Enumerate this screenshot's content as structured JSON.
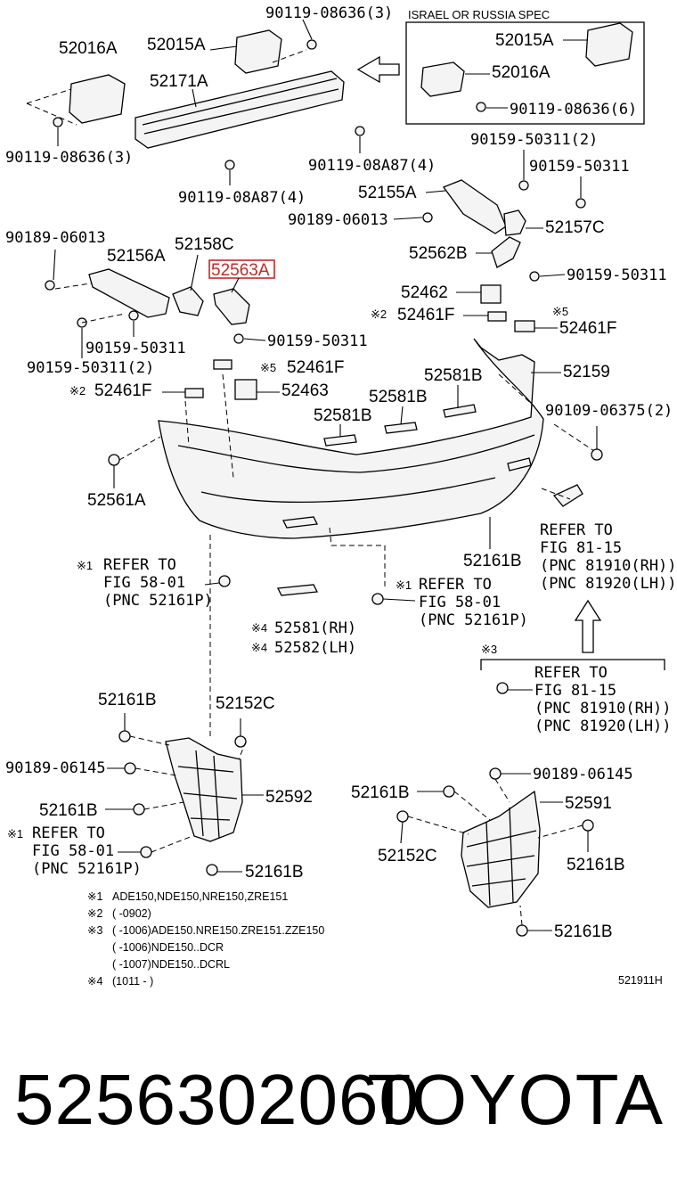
{
  "diagram": {
    "inset_title": "ISRAEL OR RUSSIA SPEC",
    "figure_code": "521911H",
    "highlight_color": "#c62828",
    "labels": {
      "p52016A": "52016A",
      "p52015A": "52015A",
      "p90119_08636_3_top": "90119-08636(3)",
      "p52171A": "52171A",
      "p90119_08636_3_left": "90119-08636(3)",
      "p90119_08A87_4_a": "90119-08A87(4)",
      "p90119_08A87_4_b": "90119-08A87(4)",
      "inset_52015A": "52015A",
      "inset_52016A": "52016A",
      "inset_90119_08636_6": "90119-08636(6)",
      "p90159_50311_2_top": "90159-50311(2)",
      "p90159_50311_r1": "90159-50311",
      "p52155A": "52155A",
      "p90189_06013_r": "90189-06013",
      "p52157C": "52157C",
      "p52562B": "52562B",
      "p90159_50311_r2": "90159-50311",
      "p90189_06013_l": "90189-06013",
      "p52156A": "52156A",
      "p52158C": "52158C",
      "p52563A": "52563A",
      "p52462": "52462",
      "p52461F_top": "52461F",
      "p52461F_right": "52461F",
      "p90159_50311_m1": "90159-50311",
      "p90159_50311_m2": "90159-50311",
      "p90159_50311_2_l": "90159-50311(2)",
      "p52461F_mid": "52461F",
      "p52159": "52159",
      "p52581B_a": "52581B",
      "p52461F_left": "52461F",
      "p52463": "52463",
      "p52581B_b": "52581B",
      "p90109_06375_2": "90109-06375(2)",
      "p52581B_c": "52581B",
      "p52561A": "52561A",
      "p52161B_mid": "52161B",
      "p52581_RH": "52581(RH)",
      "p52582_LH": "52582(LH)",
      "p52161B_ml": "52161B",
      "p52152C_l": "52152C",
      "p90189_06145_l": "90189-06145",
      "p52592": "52592",
      "p52161B_l1": "52161B",
      "p52161B_l2": "52161B",
      "p90189_06145_r": "90189-06145",
      "p52161B_r1": "52161B",
      "p52591": "52591",
      "p52152C_r": "52152C",
      "p52161B_r2": "52161B",
      "p52161B_r3": "52161B"
    },
    "marks": {
      "m1": "※1",
      "m2": "※2",
      "m3": "※3",
      "m4": "※4",
      "m5": "※5"
    },
    "refs": {
      "refer_to": "REFER TO",
      "fig_58_01": "FIG 58-01",
      "pnc_52161P": "(PNC 52161P)",
      "fig_81_15": "FIG 81-15",
      "pnc_81910": "(PNC 81910(RH))",
      "pnc_81920": "(PNC 81920(LH))"
    },
    "notes": [
      {
        "mark": "※1",
        "text": "ADE150,NDE150,NRE150,ZRE151"
      },
      {
        "mark": "※2",
        "text": "(       -0902)"
      },
      {
        "mark": "※3",
        "text": "(       -1006)ADE150.NRE150.ZRE151.ZZE150"
      },
      {
        "mark": "",
        "text": "(       -1006)NDE150..DCR"
      },
      {
        "mark": "",
        "text": "(       -1007)NDE150..DCRL"
      },
      {
        "mark": "※4",
        "text": "(1011 -       )"
      }
    ]
  },
  "footer": {
    "part_number": "5256302060",
    "brand": "TOYOTA"
  }
}
